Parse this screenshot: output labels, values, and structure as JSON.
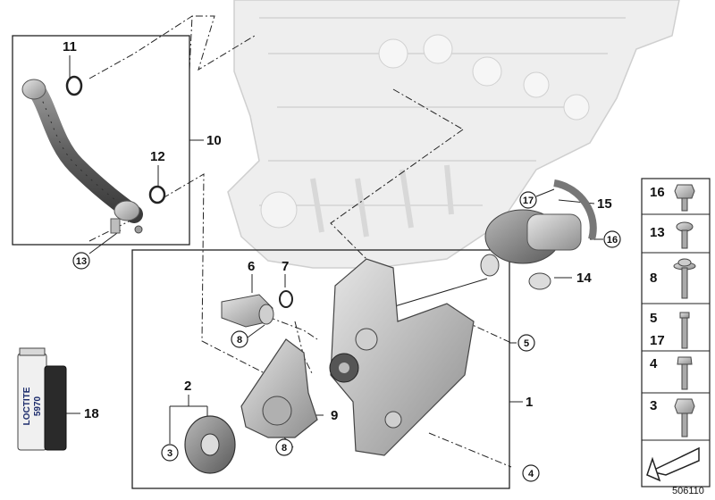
{
  "diagram_id": "506110",
  "labels": {
    "l1": "1",
    "l2": "2",
    "l3": "3",
    "l4": "4",
    "l5": "5",
    "l6": "6",
    "l7": "7",
    "l8a": "8",
    "l8b": "8",
    "l9": "9",
    "l10": "10",
    "l11": "11",
    "l12": "12",
    "l13": "13",
    "l14": "14",
    "l15": "15",
    "l16": "16",
    "l17": "17",
    "l18": "18"
  },
  "fastener_panel": [
    "16",
    "13",
    "8",
    "5",
    "17",
    "4",
    "3"
  ],
  "sealant_tube": {
    "brand": "LOCTITE",
    "product": "5970"
  }
}
